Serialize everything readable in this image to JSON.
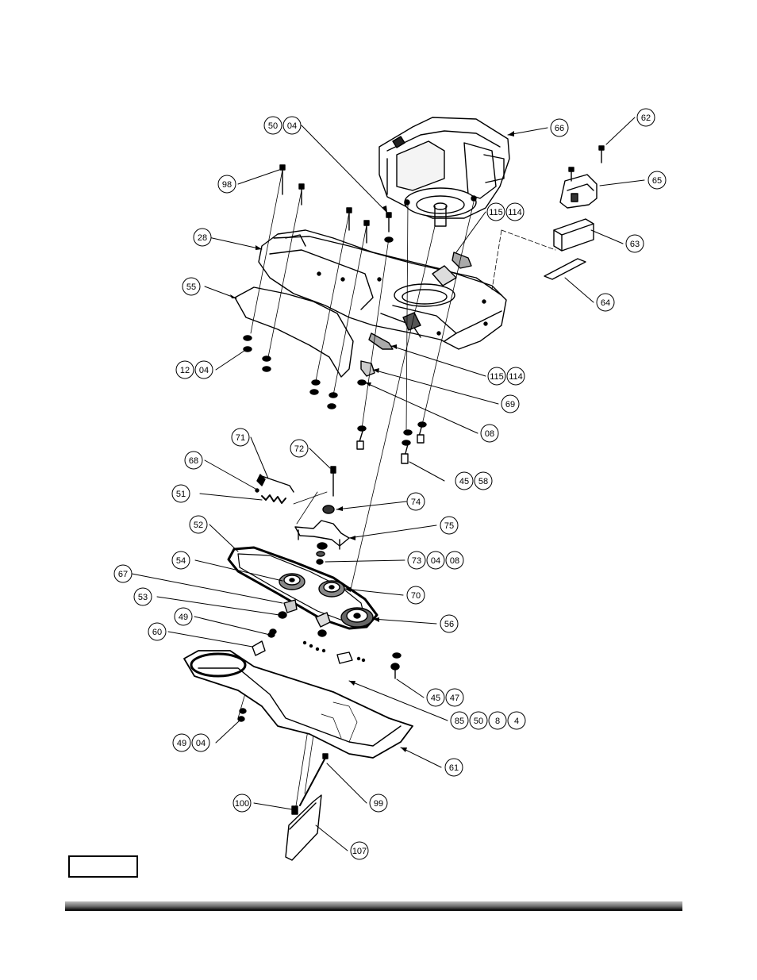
{
  "callouts": [
    {
      "id": "c-66",
      "labels": [
        "66"
      ]
    },
    {
      "id": "c-50-04",
      "labels": [
        "50",
        "04"
      ]
    },
    {
      "id": "c-62",
      "labels": [
        "62"
      ]
    },
    {
      "id": "c-98",
      "labels": [
        "98"
      ]
    },
    {
      "id": "c-65",
      "labels": [
        "65"
      ]
    },
    {
      "id": "c-115-114-top",
      "labels": [
        "115",
        "114"
      ]
    },
    {
      "id": "c-28",
      "labels": [
        "28"
      ]
    },
    {
      "id": "c-63",
      "labels": [
        "63"
      ]
    },
    {
      "id": "c-55",
      "labels": [
        "55"
      ]
    },
    {
      "id": "c-64",
      "labels": [
        "64"
      ]
    },
    {
      "id": "c-12-04",
      "labels": [
        "12",
        "04"
      ]
    },
    {
      "id": "c-115-114-mid",
      "labels": [
        "115",
        "114"
      ]
    },
    {
      "id": "c-69",
      "labels": [
        "69"
      ]
    },
    {
      "id": "c-08",
      "labels": [
        "08"
      ]
    },
    {
      "id": "c-71",
      "labels": [
        "71"
      ]
    },
    {
      "id": "c-72",
      "labels": [
        "72"
      ]
    },
    {
      "id": "c-68",
      "labels": [
        "68"
      ]
    },
    {
      "id": "c-45-58",
      "labels": [
        "45",
        "58"
      ]
    },
    {
      "id": "c-51",
      "labels": [
        "51"
      ]
    },
    {
      "id": "c-74",
      "labels": [
        "74"
      ]
    },
    {
      "id": "c-52",
      "labels": [
        "52"
      ]
    },
    {
      "id": "c-75",
      "labels": [
        "75"
      ]
    },
    {
      "id": "c-54",
      "labels": [
        "54"
      ]
    },
    {
      "id": "c-73-04-08",
      "labels": [
        "73",
        "04",
        "08"
      ]
    },
    {
      "id": "c-67",
      "labels": [
        "67"
      ]
    },
    {
      "id": "c-70",
      "labels": [
        "70"
      ]
    },
    {
      "id": "c-53",
      "labels": [
        "53"
      ]
    },
    {
      "id": "c-56",
      "labels": [
        "56"
      ]
    },
    {
      "id": "c-49",
      "labels": [
        "49"
      ]
    },
    {
      "id": "c-60",
      "labels": [
        "60"
      ]
    },
    {
      "id": "c-45-47",
      "labels": [
        "45",
        "47"
      ]
    },
    {
      "id": "c-85-50-8-4",
      "labels": [
        "85",
        "50",
        "8",
        "4"
      ]
    },
    {
      "id": "c-49-04",
      "labels": [
        "49",
        "04"
      ]
    },
    {
      "id": "c-61",
      "labels": [
        "61"
      ]
    },
    {
      "id": "c-100",
      "labels": [
        "100"
      ]
    },
    {
      "id": "c-99",
      "labels": [
        "99"
      ]
    },
    {
      "id": "c-107",
      "labels": [
        "107"
      ]
    }
  ]
}
